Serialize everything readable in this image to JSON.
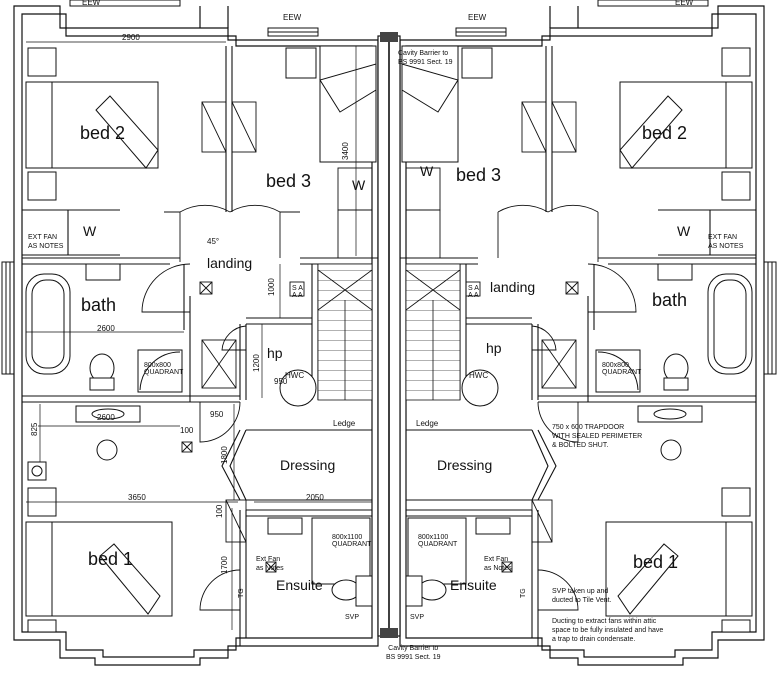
{
  "rooms": {
    "bed2_left": "bed 2",
    "bed2_right": "bed 2",
    "bed3_left": "bed 3",
    "bed3_right": "bed 3",
    "bath_left": "bath",
    "bath_right": "bath",
    "landing_left": "landing",
    "landing_right": "landing",
    "hp_left": "hp",
    "hp_right": "hp",
    "dressing_left": "Dressing",
    "dressing_right": "Dressing",
    "bed1_left": "bed 1",
    "bed1_right": "bed 1",
    "ensuite_left": "Ensuite",
    "ensuite_right": "Ensuite"
  },
  "labels": {
    "eew": "EEW",
    "w": "W",
    "ext_fan": "EXT FAN",
    "as_notes": "AS NOTES",
    "hwc": "HWC",
    "ledge": "Ledge",
    "quadrant": "QUADRANT",
    "shower_small": "800x800",
    "shower_large": "800x1100",
    "ext_fan_ensuite": "Ext Fan",
    "as_notes_ensuite": "as Notes",
    "svp": "SVP",
    "tg": "TG",
    "sa": "S A",
    "aa": "A A",
    "angle": "45°"
  },
  "dimensions": {
    "d2900": "2900",
    "d3400": "3400",
    "d1000": "1000",
    "d1200": "1200",
    "d950a": "950",
    "d950b": "950",
    "d2600a": "2600",
    "d2600b": "2600",
    "d100a": "100",
    "d100b": "100",
    "d825": "825",
    "d1800": "1800",
    "d3650": "3650",
    "d2050": "2050",
    "d1700": "1700"
  },
  "notes": {
    "cavity_top_1": "Cavity Barrier to",
    "cavity_top_2": "BS 9991 Sect. 19",
    "cavity_bottom_1": "Cavity Barrier to",
    "cavity_bottom_2": "BS 9991 Sect. 19",
    "trapdoor_1": "750 x 600 TRAPDOOR",
    "trapdoor_2": "WITH SEALED PERIMETER",
    "trapdoor_3": "& BOLTED SHUT.",
    "svp_1": "SVP taken up and",
    "svp_2": "ducted to Tile Vent.",
    "ducting_1": "Ducting to extract fans within attic",
    "ducting_2": "space to be fully insulated and have",
    "ducting_3": "a trap to drain condensate."
  },
  "colors": {
    "line": "#111111",
    "grid": "#d9d9d9",
    "fill": "#ffffff"
  }
}
